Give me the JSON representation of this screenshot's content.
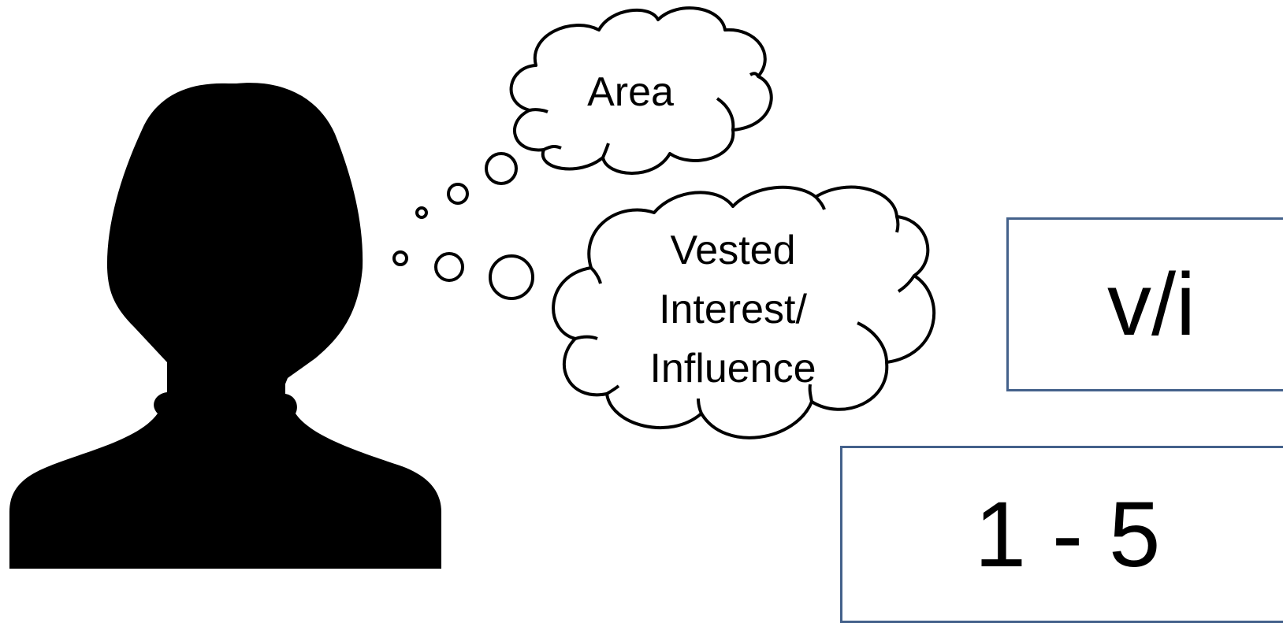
{
  "thought_area": "Area",
  "thought_vested": {
    "line1": "Vested",
    "line2": "Interest/",
    "line3": "Influence"
  },
  "label_box": "v/i",
  "scale_box": "1 - 5",
  "colors": {
    "silhouette": "#000000",
    "box_border": "#44618b",
    "outline": "#000000",
    "background": "#ffffff"
  }
}
